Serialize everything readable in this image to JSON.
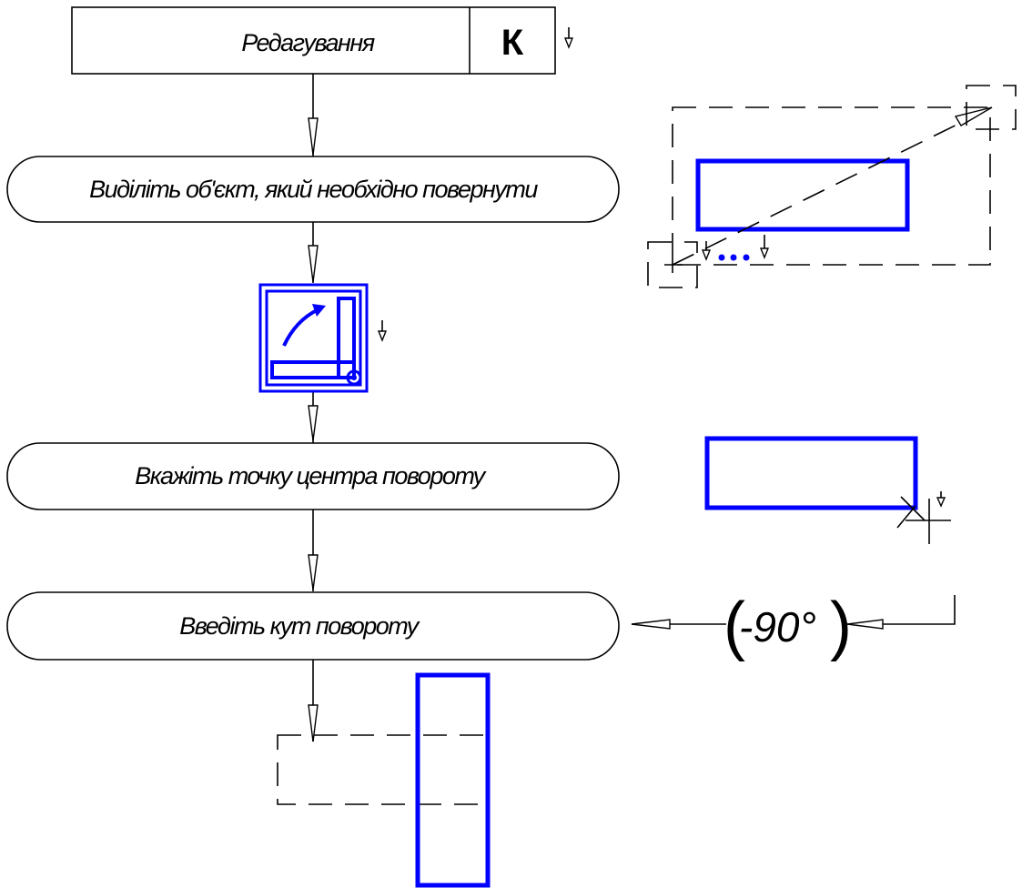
{
  "menu": {
    "title": "Редагування",
    "key": "К"
  },
  "steps": [
    {
      "label": "Виділіть об'єкт, який необхідно повернути"
    },
    {
      "label": "Вкажіть точку центра повороту"
    },
    {
      "label": "Введіть кут повороту"
    }
  ],
  "angle_input": {
    "open_paren": "(",
    "value": "-90°",
    "close_paren": ")"
  },
  "colors": {
    "object": "#0000ff",
    "line": "#000000",
    "background": "#ffffff"
  },
  "icons": {
    "rotate_tool": "rotate-icon",
    "mouse_click": "mouse-click-icon"
  }
}
